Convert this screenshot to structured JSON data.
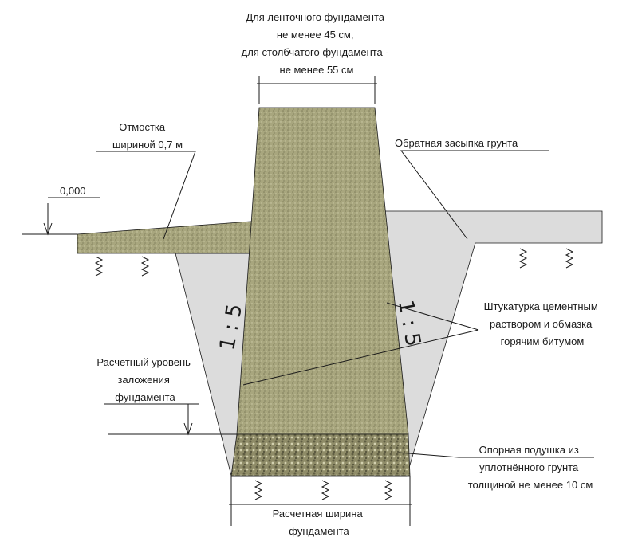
{
  "top_width_note": [
    "Для ленточного фундамента",
    "не менее 45 см,",
    "для столбчатого фундамента -",
    "не менее 55 см"
  ],
  "otmostka": [
    "Отмостка",
    "шириной 0,7 м"
  ],
  "backfill": "Обратная засыпка грунта",
  "level_zero": "0,000",
  "slope_left": "1 : 5",
  "slope_right": "1 : 5",
  "plaster": [
    "Штукатурка цементным",
    "раствором и обмазка",
    "горячим битумом"
  ],
  "calc_level": [
    "Расчетный уровень",
    "заложения",
    "фундамента"
  ],
  "cushion": [
    "Опорная подушка из",
    "уплотнённого грунта",
    "толщиной не менее 10 см"
  ],
  "calc_width": [
    "Расчетная ширина",
    "фундамента"
  ],
  "colors": {
    "concrete": "#a8a67e",
    "backfill": "#dcdcdc",
    "cushion": "#8f8c68",
    "line": "#1a1a1a"
  },
  "icons": [
    "soil-hatch-icon"
  ]
}
